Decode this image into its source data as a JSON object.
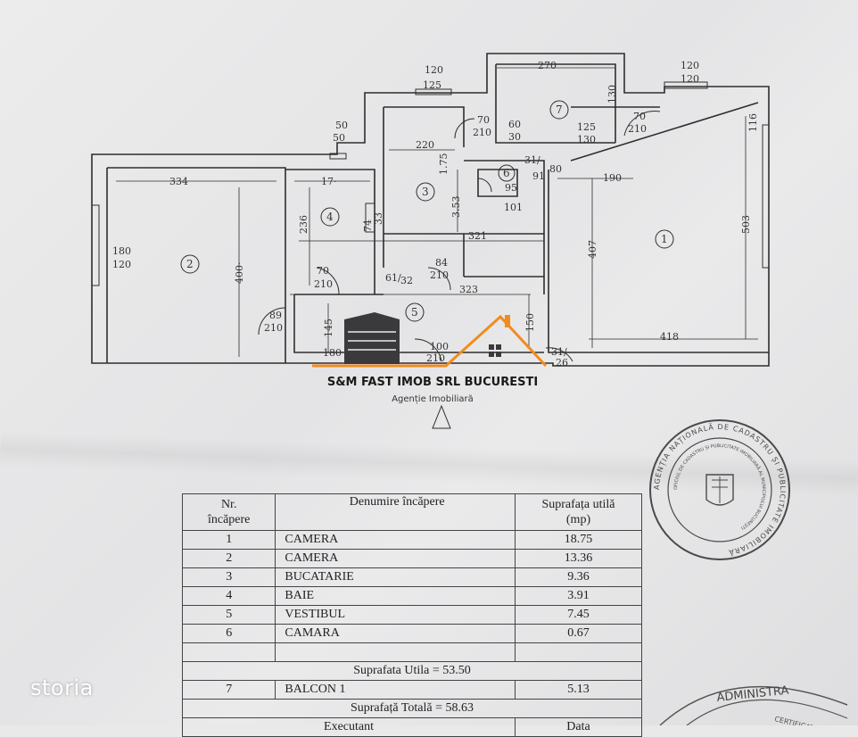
{
  "floorplan": {
    "dimensions": {
      "balcony_top": "270",
      "balcony_right_top": "120",
      "balcony_right_bottom": "120",
      "balcony_left_top": "120",
      "balcony_left_bottom": "125",
      "bath_door_top": "50",
      "bath_door_bottom": "50",
      "door_a_top": "70",
      "door_a_bottom": "210",
      "door_b_top": "60",
      "door_b_bottom": "30",
      "door_c_top": "125",
      "door_c_bottom": "130",
      "door_d_top": "70",
      "door_d_bottom": "210",
      "balcony_depth": "130",
      "room1_right": "116",
      "room2_width": "334",
      "room4_width": "17·",
      "room3_width": "220",
      "room3_height": "1.75",
      "room6_a": "31/",
      "room6_b": "80",
      "room6_c": "91",
      "room6_d": "95",
      "room1_width_top": "190",
      "room4_height": "236",
      "room4_door_a": "74",
      "room4_door_b": "33",
      "room3_height2": "3.53",
      "pantry": "101",
      "room3_bottom": "321",
      "room1_height": "407",
      "room1_outer": "503",
      "room2_window_top": "180",
      "room2_window_bottom": "120",
      "room2_height": "400·",
      "room4_door_top": "70",
      "room4_door_bottom": "210",
      "kitchen_small_a": "61/",
      "kitchen_small_b": "32",
      "kitchen_door_top": "84",
      "kitchen_door_bottom": "210",
      "hall_width": "323",
      "hall_door_a": "89",
      "hall_door_b": "210",
      "hall_height": "145",
      "hall_bottom": "180",
      "entry_door_top": "100",
      "entry_door_bottom": "210",
      "hall_right": "150",
      "room1_bottom": "418",
      "corner_a": "31/",
      "corner_b": "26"
    },
    "rooms": [
      "1",
      "2",
      "3",
      "4",
      "5",
      "6",
      "7"
    ]
  },
  "agency": {
    "name": "S&M FAST IMOB SRL BUCURESTI",
    "tagline": "Agenție Imobiliară",
    "brand_orange": "#f28b1e",
    "brand_dark": "#3a3a3c"
  },
  "table": {
    "headers": {
      "nr": "Nr.\nîncăpere",
      "name": "Denumire încăpere",
      "area": "Suprafața utilă\n(mp)"
    },
    "rows": [
      {
        "nr": "1",
        "name": "CAMERA",
        "area": "18.75"
      },
      {
        "nr": "2",
        "name": "CAMERA",
        "area": "13.36"
      },
      {
        "nr": "3",
        "name": "BUCATARIE",
        "area": "9.36"
      },
      {
        "nr": "4",
        "name": "BAIE",
        "area": "3.91"
      },
      {
        "nr": "5",
        "name": "VESTIBUL",
        "area": "7.45"
      },
      {
        "nr": "6",
        "name": "CAMARA",
        "area": "0.67"
      }
    ],
    "utila_label": "Suprafata  Utila = 53.50",
    "balcon": {
      "nr": "7",
      "name": "BALCON  1",
      "area": "5.13"
    },
    "totala_label": "Suprafață  Totală  = 58.63",
    "footer_left": "Executant",
    "footer_right": "Data"
  },
  "stamps": {
    "agency_stamp": "AGENȚIA NAȚIONALĂ DE CADASTRU ȘI PUBLICITATE IMOBILIARĂ",
    "office_stamp": "OFICIUL DE CADASTRU ȘI PUBLICITATE IMOBILIARĂ AL MUNICIPIULUI BUCUREȘTI",
    "admin_stamp": "ADMINISTRA",
    "cert_stamp": "CERTIFICAT"
  },
  "watermark": "storia"
}
